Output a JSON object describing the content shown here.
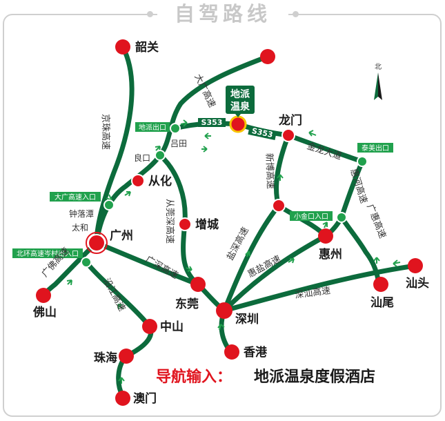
{
  "title": "自驾路线",
  "compass": {
    "label": "北"
  },
  "destination": {
    "line1": "地派",
    "line2": "温泉"
  },
  "route_badges": {
    "a": "S353",
    "b": "S353"
  },
  "cities": {
    "shaoguan": "韶关",
    "conghua": "从化",
    "guangzhou": "广州",
    "zengcheng": "增城",
    "foshan": "佛山",
    "zhongshan": "中山",
    "zhuhai": "珠海",
    "macau": "澳门",
    "dongguan": "东莞",
    "shenzhen": "深圳",
    "hongkong": "香港",
    "huizhou": "惠州",
    "longmen": "龙门",
    "shantou": "汕头",
    "shanwei": "汕尾"
  },
  "places": {
    "lutian": "吕田",
    "liangkou": "良口",
    "zhongluotan": "钟落潭",
    "taihe": "太和"
  },
  "exits": {
    "dipai_exit": "地派出口",
    "taimei_exit": "泰美出口",
    "daguang_entry": "大广高速入口",
    "xiaojin_entry": "小金口入口",
    "beihuan_entry": "北环高速岑村出入口"
  },
  "highways": {
    "jingzhu": "京珠高速",
    "daguang": "大广高速",
    "conghuan": "从莞深高速",
    "guangfo": "广佛高速",
    "guangshen": "广深高速",
    "yanjiang": "沿江高速",
    "huiyan": "惠盐高速",
    "yanshen": "盐深高速",
    "xinboa": "新博高速",
    "jinlong": "金龙大道",
    "huihe": "惠河高速",
    "guanghui": "广惠高速",
    "shenshan": "深汕高速"
  },
  "navigation": {
    "label": "导航输入：",
    "value": "地派温泉度假酒店"
  },
  "colors": {
    "road": "#0c6b3c",
    "city_dot": "#e0141e",
    "nav_label": "#e0141e",
    "nav_value": "#1a1a1a",
    "arrow": "#21a14d"
  }
}
